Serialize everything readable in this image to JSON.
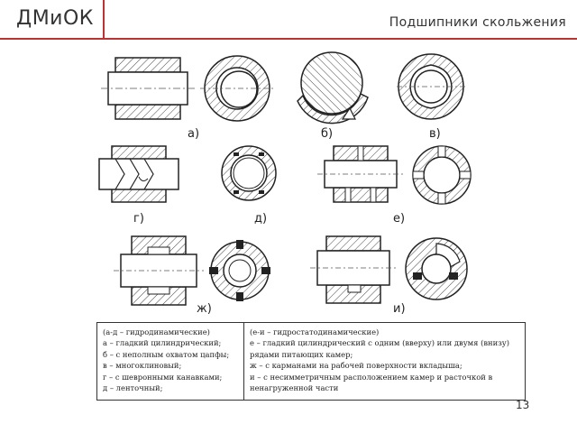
{
  "header": {
    "brand": "ДМиОК",
    "title": "Подшипники скольжения"
  },
  "figures": {
    "a": "а)",
    "b": "б)",
    "v": "в)",
    "g": "г)",
    "d": "д)",
    "e": "е)",
    "zh": "ж)",
    "i": "и)"
  },
  "legend": {
    "left": [
      "(а-д – гидродинамические)",
      "а – гладкий цилиндрический;",
      "б – с неполным охватом цапфы;",
      "в – многоклиновый;",
      "г – с шевронными канавками;",
      "д – ленточный;"
    ],
    "right": [
      "(е-и – гидростатодинамические)",
      "е – гладкий цилиндрический с одним (вверху) или двумя (внизу) рядами питающих камер;",
      "ж – с карманами на рабочей поверхности вкладыша;",
      "и – с несимметричным расположением камер и расточкой в ненагруженной части"
    ]
  },
  "page_number": "13",
  "colors": {
    "accent": "#b33333",
    "ink": "#222222"
  }
}
